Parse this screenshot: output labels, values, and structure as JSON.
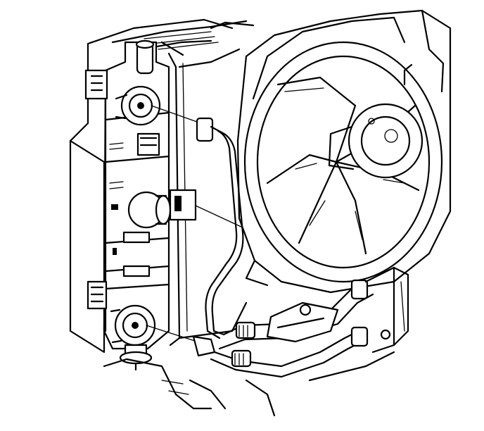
{
  "figure": {
    "kind": "line-art-illustration",
    "ink_color": "#000000",
    "background_color": "#ffffff",
    "visible_text": []
  },
  "parts": [
    {
      "name": "radiator-core-support"
    },
    {
      "name": "radiator-side-tank"
    },
    {
      "name": "cooling-fan-shroud"
    },
    {
      "name": "cooling-fan-blades"
    },
    {
      "name": "fan-motor"
    },
    {
      "name": "upper-cooler-fitting"
    },
    {
      "name": "lower-cooler-fitting"
    },
    {
      "name": "cooler-line-upper"
    },
    {
      "name": "cooler-line-lower"
    },
    {
      "name": "line-clip-bracket"
    },
    {
      "name": "lower-mount-bushing"
    }
  ]
}
